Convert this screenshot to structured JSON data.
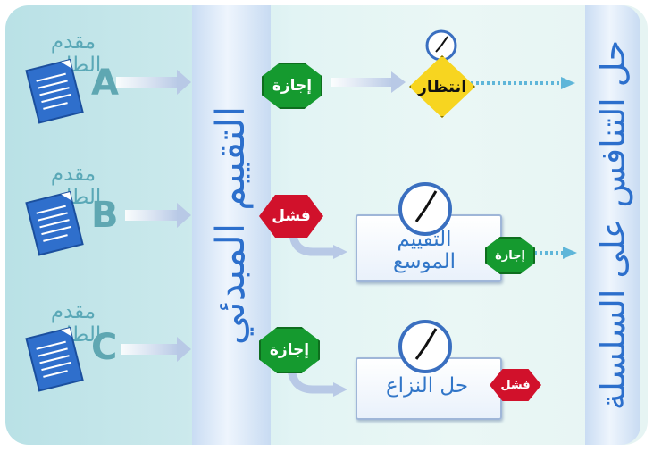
{
  "colors": {
    "accent_blue": "#2c6fcc",
    "green": "#159a2f",
    "red": "#d1112b",
    "yellow": "#f7d520",
    "applicant_text": "#5aa8b7"
  },
  "left_column": {
    "title": "التقييم المبدئي"
  },
  "right_column": {
    "title": "حل التنافس على السلسلة"
  },
  "applicants": [
    {
      "label": "مقدم الطلب",
      "letter": "A",
      "icon": "document-icon"
    },
    {
      "label": "مقدم الطلب",
      "letter": "B",
      "icon": "document-icon"
    },
    {
      "label": "مقدم الطلب",
      "letter": "C",
      "icon": "document-icon"
    }
  ],
  "rows": [
    {
      "result": "إجازة",
      "result_color": "green",
      "stage": "انتظار",
      "stage_icon": "clock-icon"
    },
    {
      "result": "فشل",
      "result_color": "red",
      "stage": "التقييم الموسع",
      "stage_line1": "التقييم",
      "stage_line2": "الموسع",
      "stage_result": "إجازة",
      "stage_icon": "clock-icon"
    },
    {
      "result": "إجازة",
      "result_color": "green",
      "stage": "حل النزاع",
      "stage_result": "فشل",
      "stage_icon": "clock-icon"
    }
  ]
}
